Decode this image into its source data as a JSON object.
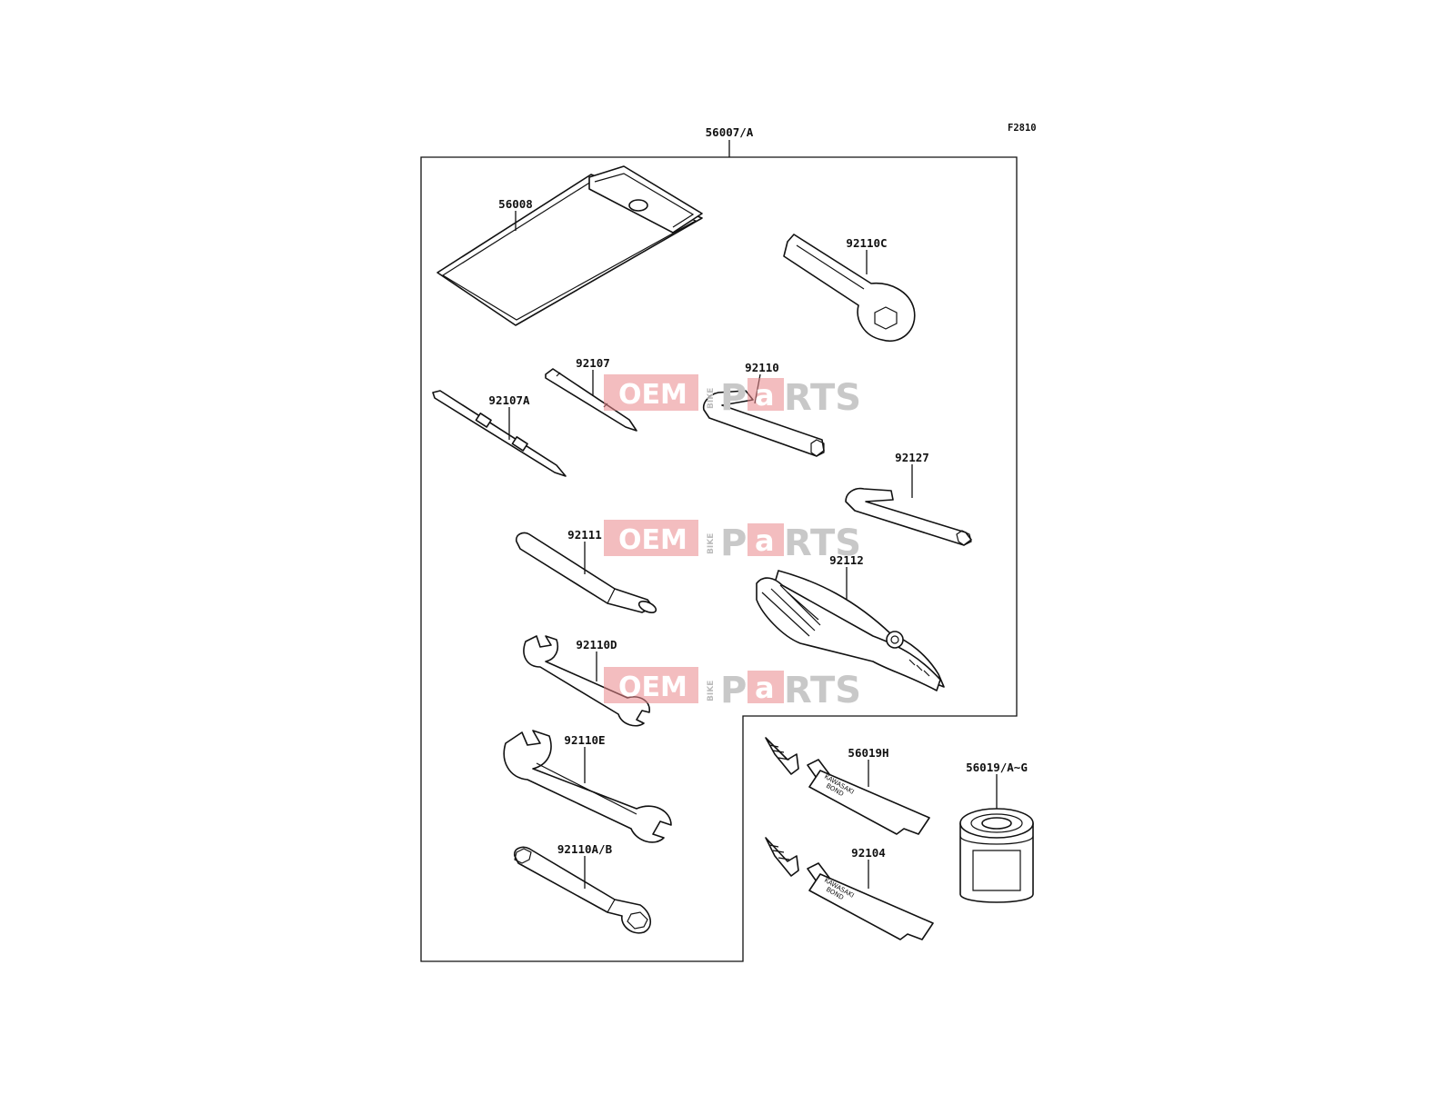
{
  "diagram": {
    "figure_code": "F2810",
    "kit_label": "56007/A",
    "parts": [
      {
        "id": "p56008",
        "label": "56008"
      },
      {
        "id": "p92110C",
        "label": "92110C"
      },
      {
        "id": "p92107",
        "label": "92107"
      },
      {
        "id": "p92107A",
        "label": "92107A"
      },
      {
        "id": "p92110",
        "label": "92110"
      },
      {
        "id": "p92127",
        "label": "92127"
      },
      {
        "id": "p92111",
        "label": "92111"
      },
      {
        "id": "p92112",
        "label": "92112"
      },
      {
        "id": "p92110D",
        "label": "92110D"
      },
      {
        "id": "p92110E",
        "label": "92110E"
      },
      {
        "id": "p92110AB",
        "label": "92110A/B"
      },
      {
        "id": "p56019H",
        "label": "56019H"
      },
      {
        "id": "p92104",
        "label": "92104"
      },
      {
        "id": "p56019AG",
        "label": "56019/A~G"
      }
    ],
    "tube_text": [
      "KAWASAKI",
      "BOND"
    ]
  },
  "watermark": {
    "oem": "OEM",
    "bike": "BIKE",
    "p": "P",
    "a": "a",
    "rts": "RTS"
  }
}
